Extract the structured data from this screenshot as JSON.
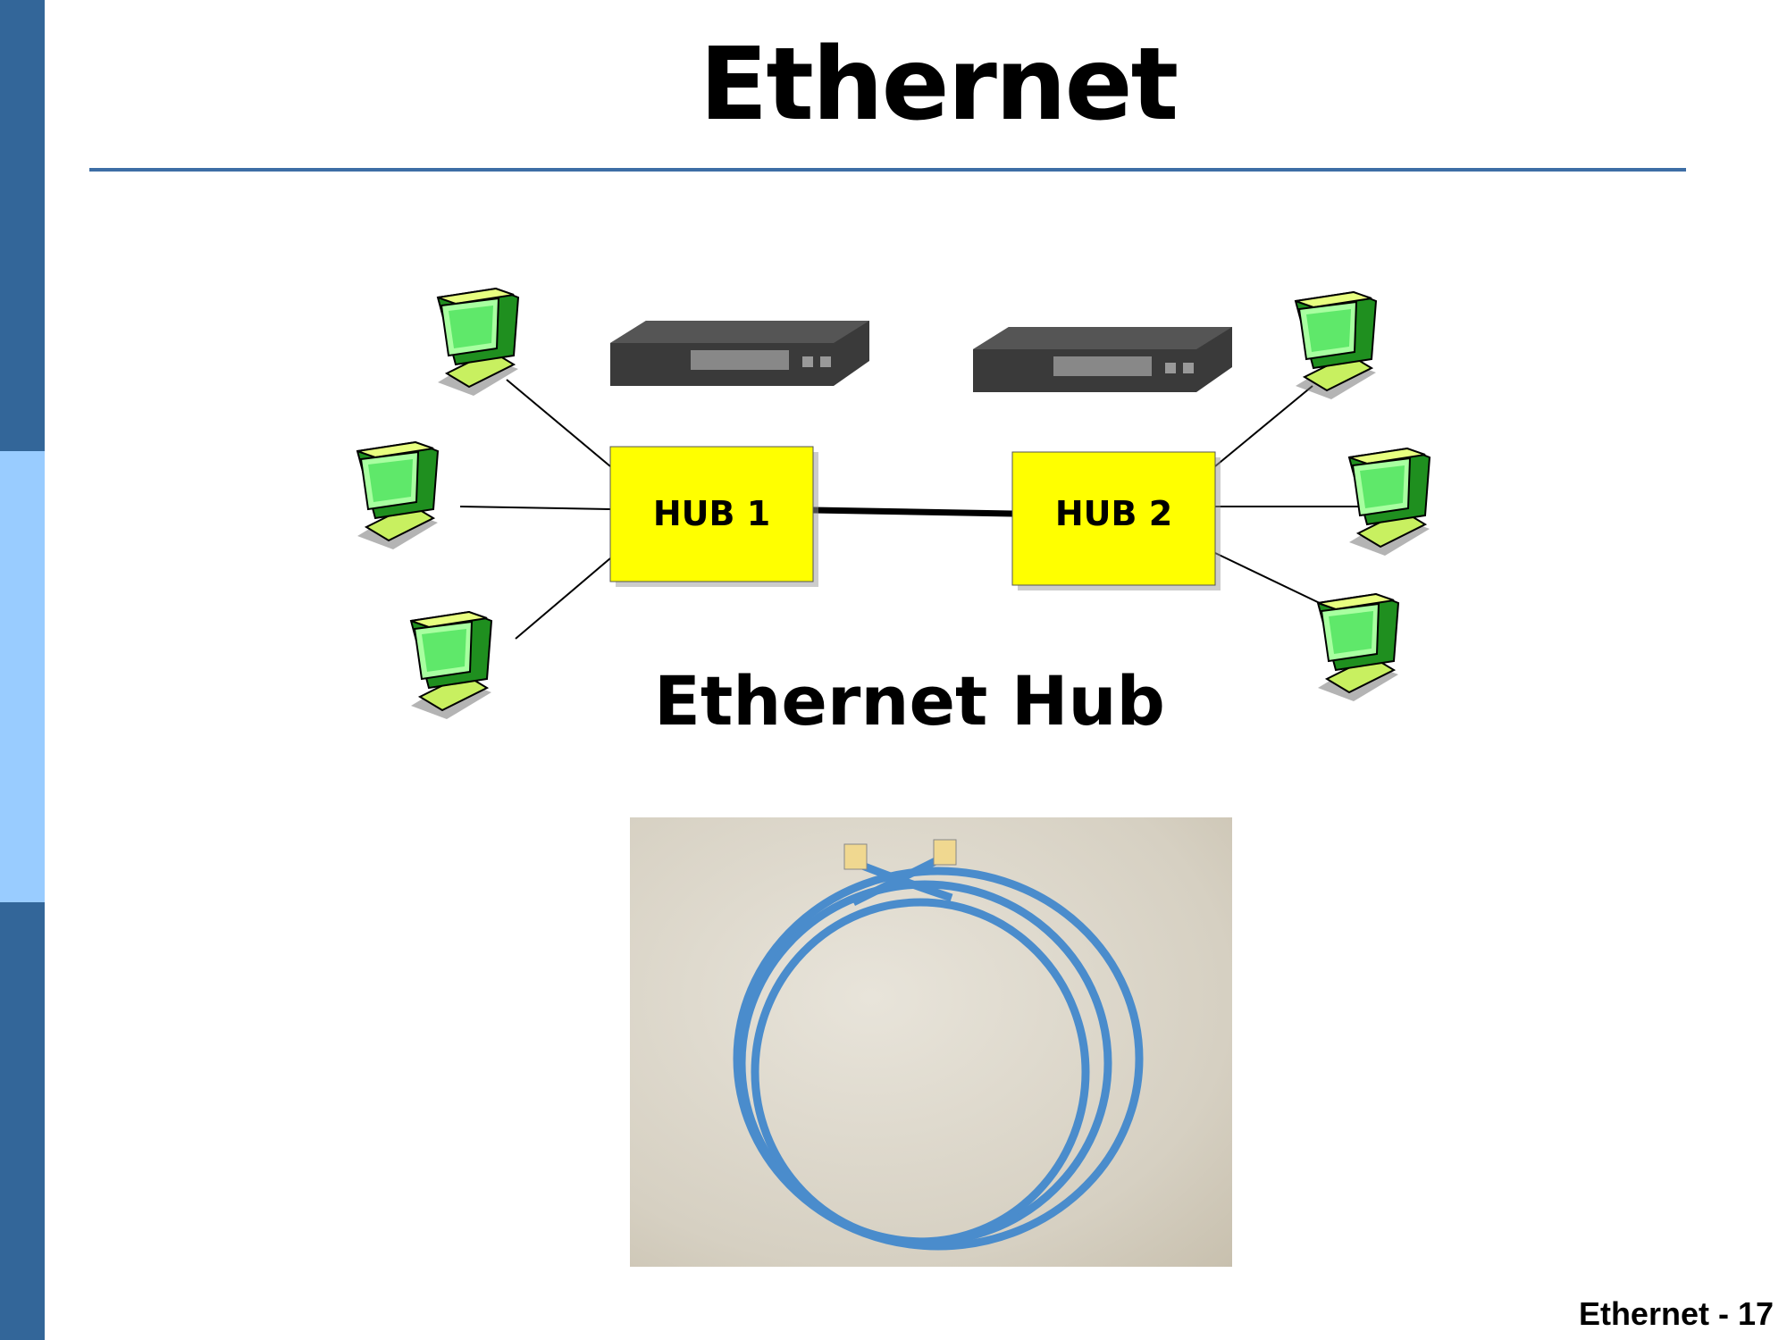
{
  "slide": {
    "title": "Ethernet",
    "diagram": {
      "hub1_label": "HUB 1",
      "hub2_label": "HUB 2",
      "caption": "Ethernet Hub"
    },
    "footer": "Ethernet - 17"
  },
  "colors": {
    "sidebar_dark": "#336699",
    "sidebar_light": "#99ccff",
    "rule": "#3d6ea5",
    "hub_fill": "#ffff00",
    "cable": "#4a8ccc"
  }
}
